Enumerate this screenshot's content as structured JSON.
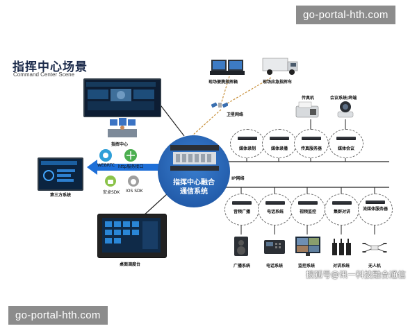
{
  "watermarks": {
    "top": "go-portal-hth.com",
    "bottom": "go-portal-hth.com"
  },
  "title": {
    "cn": "指挥中心场景",
    "en": "Command Center Scene"
  },
  "core": {
    "line1": "指挥中心融合",
    "line2": "通信系统"
  },
  "left": {
    "command_center": "指挥中心",
    "webrtc": "WEBRTC",
    "http": "http服务接口",
    "android": "安卓SDK",
    "ios": "IOS SDK",
    "third_party": "第三方系统",
    "console": "桌面调度台"
  },
  "top": {
    "portable": "现场便携指挥箱",
    "vehicle": "现场应急指挥车",
    "satellite": "卫星网络",
    "fax": "传真机",
    "conf_terminal": "会议系统/终端"
  },
  "network_label": "IP网络",
  "upper_nodes": [
    "媒体录制",
    "媒体录播",
    "传真服务器",
    "媒体会议"
  ],
  "lower_nodes": [
    "音频广播",
    "电话系统",
    "视频监控",
    "集群对讲",
    "流媒体服务器"
  ],
  "bottom_devices": [
    "广播系统",
    "电话系统",
    "监控系统",
    "对讲系统",
    "无人机"
  ],
  "footer_caption": "搜狐号@讯一科技融合通信",
  "colors": {
    "accent": "#1565c0",
    "core_blue": "#1f5fb0",
    "arrow_blue": "#1e6fd8",
    "dash_orange": "#c8903a"
  }
}
